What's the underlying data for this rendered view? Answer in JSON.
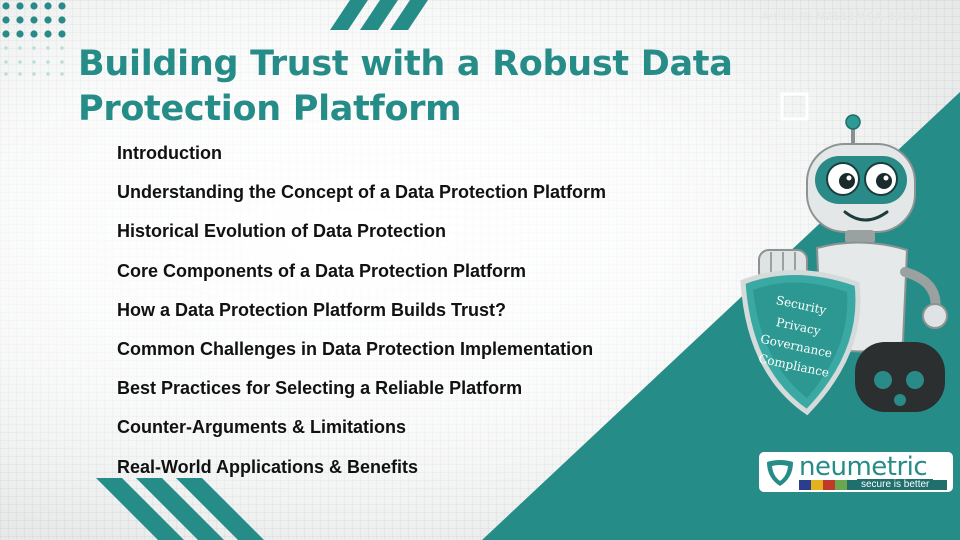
{
  "article": {
    "label": "Article ID",
    "id": "N2511MCA-3675"
  },
  "title": "Building Trust with a Robust Data Protection Platform",
  "toc": [
    "Introduction",
    "Understanding the Concept of a Data Protection Platform",
    "Historical Evolution of Data Protection",
    "Core Components of a Data Protection Platform",
    "How a Data Protection Platform Builds Trust?",
    "Common Challenges in Data Protection Implementation",
    "Best Practices for Selecting a Reliable Platform",
    "Counter-Arguments & Limitations",
    "Real-World Applications & Benefits"
  ],
  "shield": {
    "lines": [
      "Security",
      "Privacy",
      "Governance",
      "Compliance"
    ]
  },
  "logo": {
    "name": "neumetric",
    "tagline": "secure is better"
  },
  "colors": {
    "teal": "#268c88",
    "teal_dark": "#1f7673",
    "text": "#111111"
  }
}
